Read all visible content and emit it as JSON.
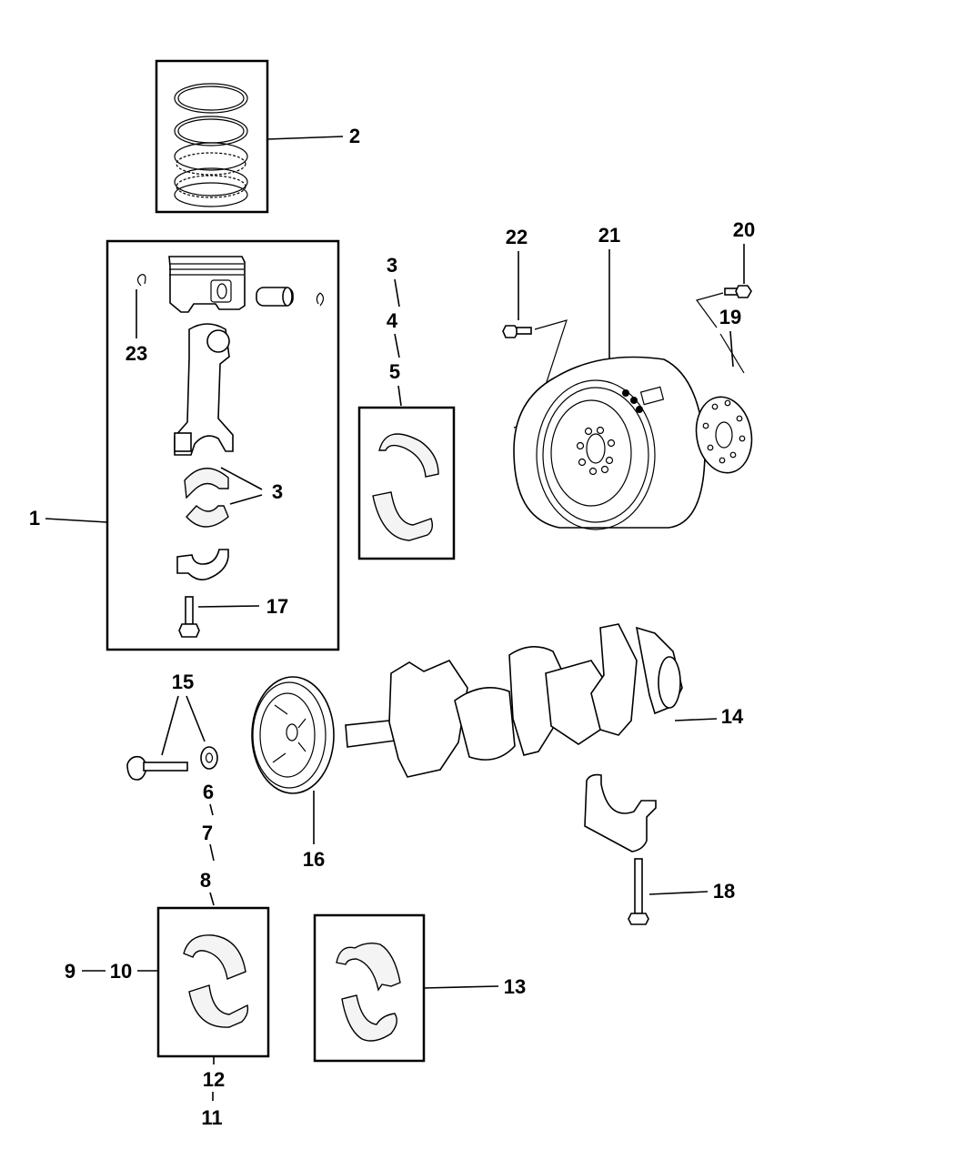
{
  "diagram": {
    "title": "Crankshaft, Piston, Connecting Rod and Bearings exploded parts diagram",
    "callouts": [
      {
        "id": "1",
        "part": "piston-and-connecting-rod-assembly"
      },
      {
        "id": "2",
        "part": "piston-ring-set"
      },
      {
        "id": "3",
        "part": "connecting-rod-bearing"
      },
      {
        "id": "4",
        "part": "connecting-rod-bearing"
      },
      {
        "id": "5",
        "part": "connecting-rod-bearing"
      },
      {
        "id": "6",
        "part": "crankshaft-main-bearing"
      },
      {
        "id": "7",
        "part": "crankshaft-main-bearing"
      },
      {
        "id": "8",
        "part": "crankshaft-main-bearing"
      },
      {
        "id": "9",
        "part": "crankshaft-main-bearing"
      },
      {
        "id": "10",
        "part": "crankshaft-main-bearing"
      },
      {
        "id": "11",
        "part": "crankshaft-main-bearing"
      },
      {
        "id": "12",
        "part": "crankshaft-main-bearing"
      },
      {
        "id": "13",
        "part": "crankshaft-thrust-bearing"
      },
      {
        "id": "14",
        "part": "crankshaft"
      },
      {
        "id": "15",
        "part": "damper-bolt-and-washer"
      },
      {
        "id": "16",
        "part": "vibration-damper-pulley"
      },
      {
        "id": "17",
        "part": "connecting-rod-bolt"
      },
      {
        "id": "18",
        "part": "main-bearing-cap-bolt"
      },
      {
        "id": "19",
        "part": "flex-plate-adapter"
      },
      {
        "id": "20",
        "part": "bolt"
      },
      {
        "id": "21",
        "part": "flex-plate-torque-converter"
      },
      {
        "id": "22",
        "part": "bolt"
      },
      {
        "id": "23",
        "part": "piston-pin-retainer"
      }
    ]
  },
  "labels": {
    "l1": "1",
    "l2": "2",
    "l3a": "3",
    "l3b": "3",
    "l4": "4",
    "l5": "5",
    "l6": "6",
    "l7": "7",
    "l8": "8",
    "l9": "9",
    "l10": "10",
    "l11": "11",
    "l12": "12",
    "l13": "13",
    "l14": "14",
    "l15": "15",
    "l16": "16",
    "l17": "17",
    "l18": "18",
    "l19": "19",
    "l20": "20",
    "l21": "21",
    "l22": "22",
    "l23": "23"
  }
}
